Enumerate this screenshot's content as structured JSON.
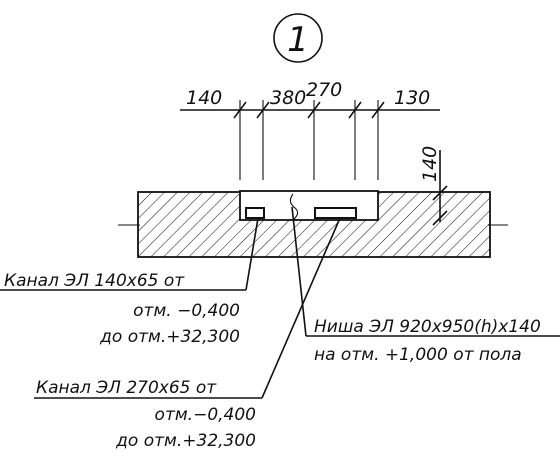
{
  "detail_marker": "1",
  "dimensions": {
    "top": [
      "140",
      "380",
      "270",
      "130"
    ],
    "vertical": "140"
  },
  "callouts": [
    {
      "lines": [
        "Канал ЭЛ 140x65 от",
        "отм. −0,400",
        "до отм.+32,300"
      ]
    },
    {
      "lines": [
        "Ниша ЭЛ 920x950(h)x140",
        "на отм. +1,000 от пола"
      ]
    },
    {
      "lines": [
        "Канал ЭЛ 270x65 от",
        "отм.−0,400",
        "до отм.+32,300"
      ]
    }
  ]
}
